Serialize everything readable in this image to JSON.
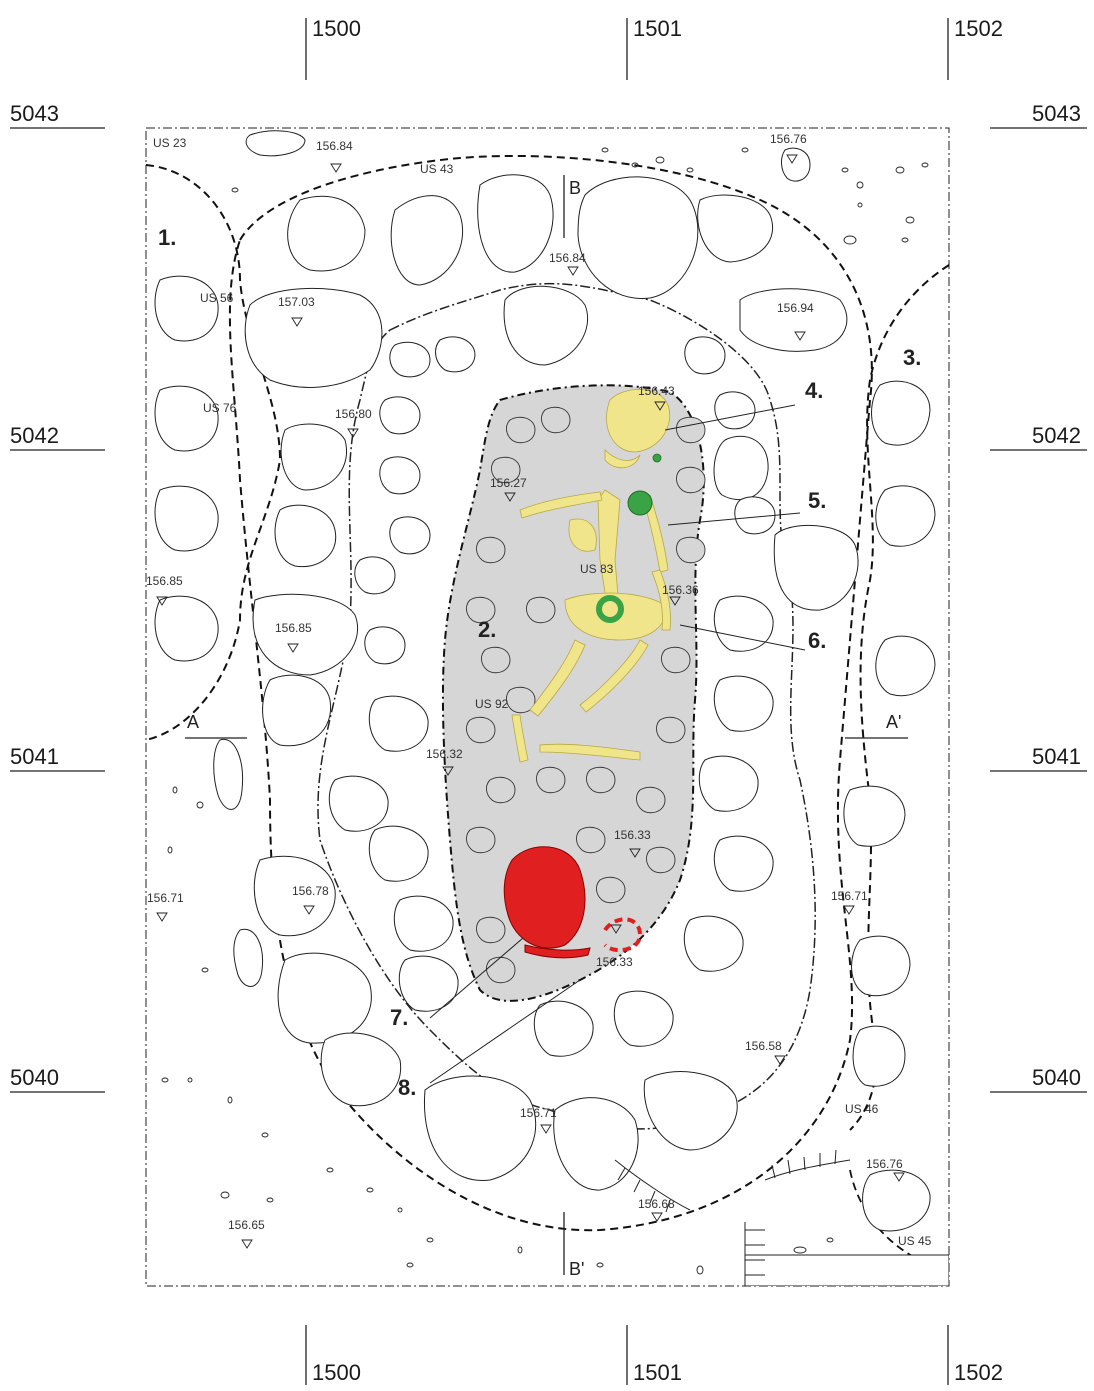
{
  "grid": {
    "x_top": [
      "1500",
      "1501",
      "1502"
    ],
    "x_bottom": [
      "1500",
      "1501",
      "1502"
    ],
    "y_left": [
      "5043",
      "5042",
      "5041",
      "5040"
    ],
    "y_right": [
      "5043",
      "5042",
      "5041",
      "5040"
    ]
  },
  "elevations": [
    "156.84",
    "156.76",
    "156.84",
    "157.03",
    "156.94",
    "156.43",
    "156.80",
    "156.27",
    "156.36",
    "156.85",
    "156.85",
    "156.32",
    "156.33",
    "156.71",
    "156.78",
    "156.71",
    "156.33",
    "156.58",
    "156.71",
    "156.76",
    "156.65",
    "156.68"
  ],
  "units": [
    "US 23",
    "US 43",
    "US 56",
    "US 76",
    "US 83",
    "US 92",
    "US 46",
    "US 45"
  ],
  "features": [
    "1.",
    "2.",
    "3.",
    "4.",
    "5.",
    "6.",
    "7.",
    "8."
  ],
  "sections": {
    "a_left": "A",
    "a_right": "A'",
    "b_top": "B",
    "b_bottom": "B'"
  },
  "colors": {
    "bone": "#f0e58a",
    "green_object": "#3aa345",
    "red_object": "#e02020",
    "fill_grave": "#d6d6d6",
    "line": "#222222"
  }
}
